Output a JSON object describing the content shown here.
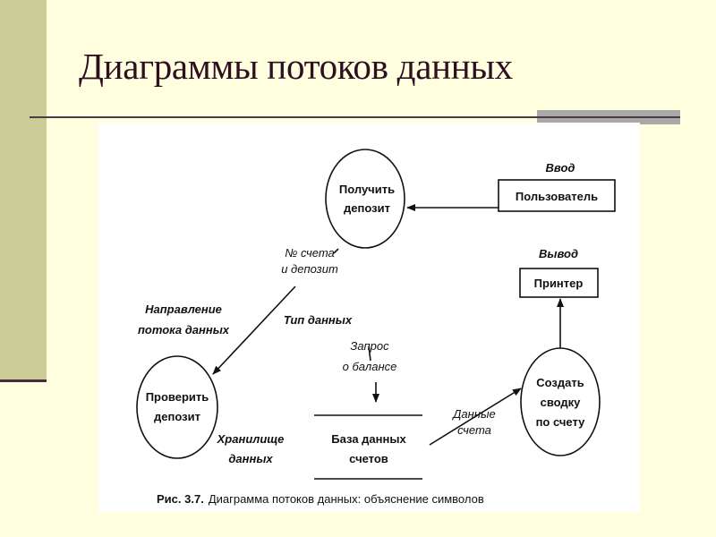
{
  "slide": {
    "title": "Диаграммы потоков данных"
  },
  "diagram": {
    "process_receive": [
      "Получить",
      "депозит"
    ],
    "process_check": [
      "Проверить",
      "депозит"
    ],
    "process_summary": [
      "Создать",
      "сводку",
      "по счету"
    ],
    "entity_user": "Пользователь",
    "entity_printer": "Принтер",
    "label_input": "Ввод",
    "label_output": "Вывод",
    "flow_account_deposit": [
      "№ счета",
      "и депозит"
    ],
    "label_flow_direction": [
      "Направление",
      "потока данных"
    ],
    "label_data_type": "Тип данных",
    "flow_balance_query": [
      "Запрос",
      "о балансе"
    ],
    "store_db": [
      "База данных",
      "счетов"
    ],
    "label_data_store": [
      "Хранилище",
      "данных"
    ],
    "flow_account_data": [
      "Данные",
      "счета"
    ],
    "caption_bold": "Рис. 3.7.",
    "caption_text": "Диаграмма потоков данных: объяснение символов"
  }
}
